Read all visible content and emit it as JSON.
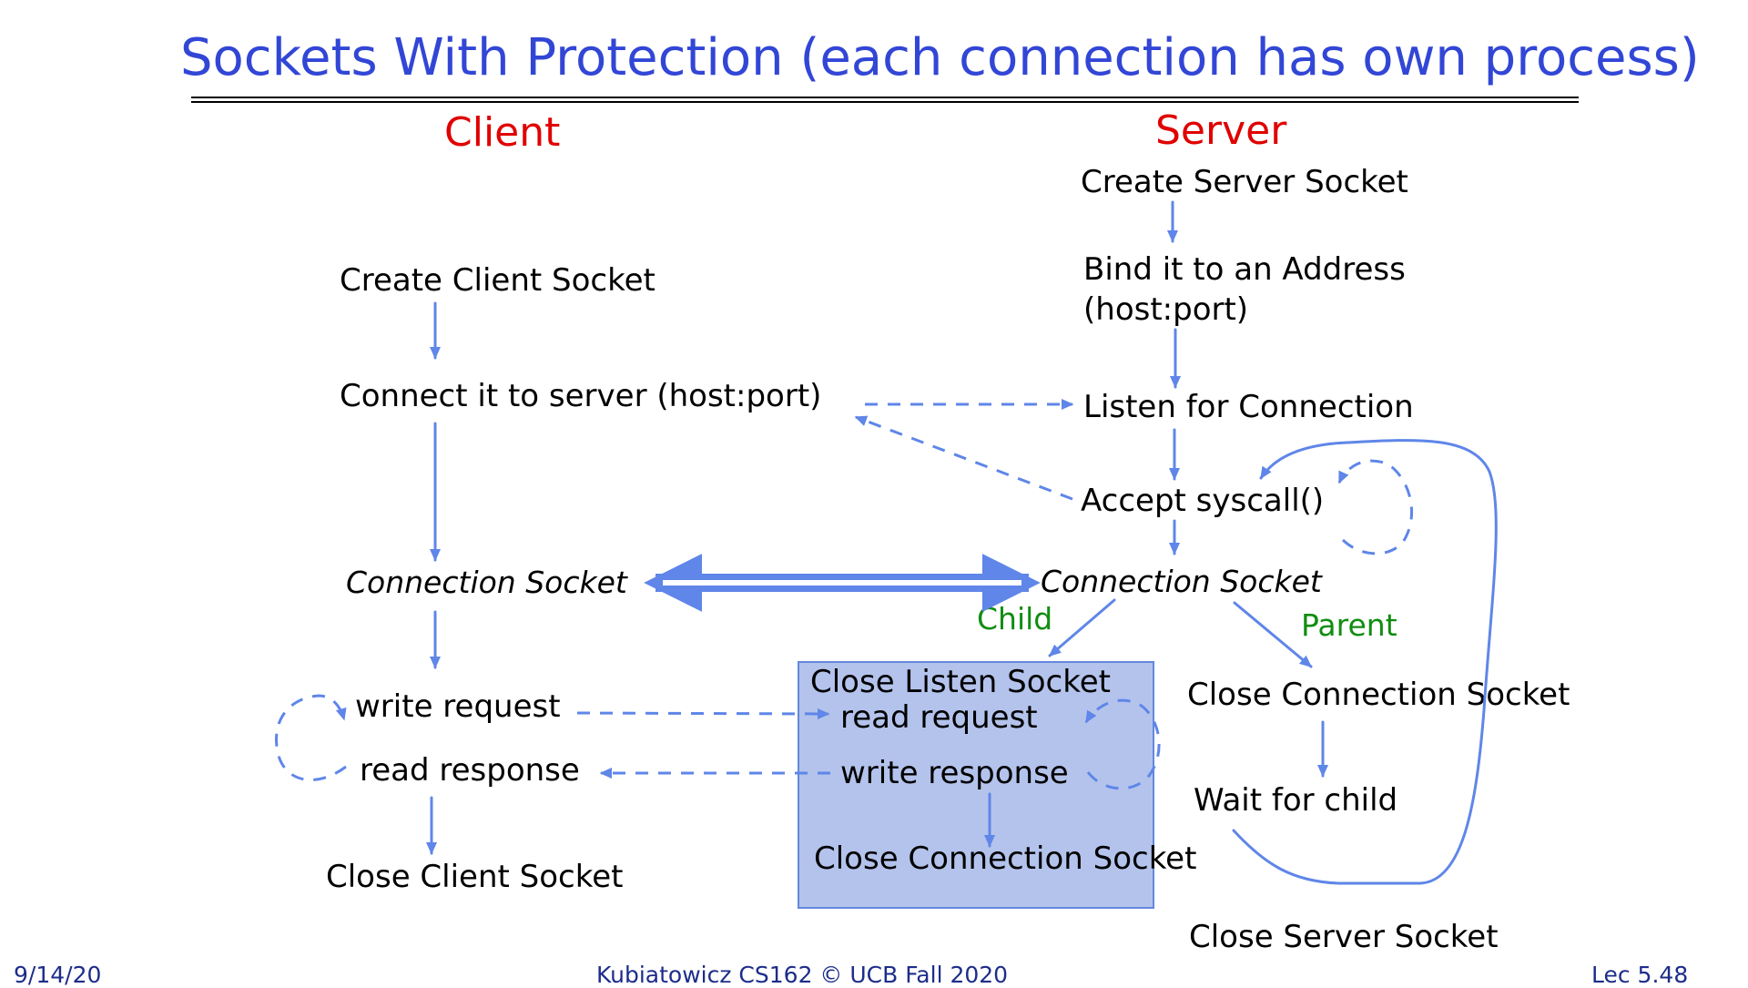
{
  "title": "Sockets With Protection (each connection has own process)",
  "client": {
    "heading": "Client",
    "create": "Create Client Socket",
    "connect": "Connect it to server (host:port)",
    "conn_socket": "Connection Socket",
    "write_request": "write request",
    "read_response": "read response",
    "close": "Close Client Socket"
  },
  "server": {
    "heading": "Server",
    "create": "Create Server Socket",
    "bind_line1": "Bind it to an Address",
    "bind_line2": "(host:port)",
    "listen": "Listen for Connection",
    "accept": "Accept syscall()",
    "conn_socket": "Connection Socket",
    "child_label": "Child",
    "parent_label": "Parent",
    "child": {
      "close_listen": "Close Listen Socket",
      "read_request": "read request",
      "write_response": "write response",
      "close_conn": "Close Connection Socket"
    },
    "parent": {
      "close_conn": "Close Connection Socket",
      "wait": "Wait for child"
    },
    "close_server": "Close Server Socket"
  },
  "footer": {
    "date": "9/14/20",
    "course": "Kubiatowicz CS162 © UCB Fall 2020",
    "lecture": "Lec 5.48"
  },
  "colors": {
    "title": "#3246d6",
    "heading": "#e00000",
    "arrow": "#5f86e8",
    "branch_label": "#118d11",
    "child_box": "#b3c3ec"
  }
}
